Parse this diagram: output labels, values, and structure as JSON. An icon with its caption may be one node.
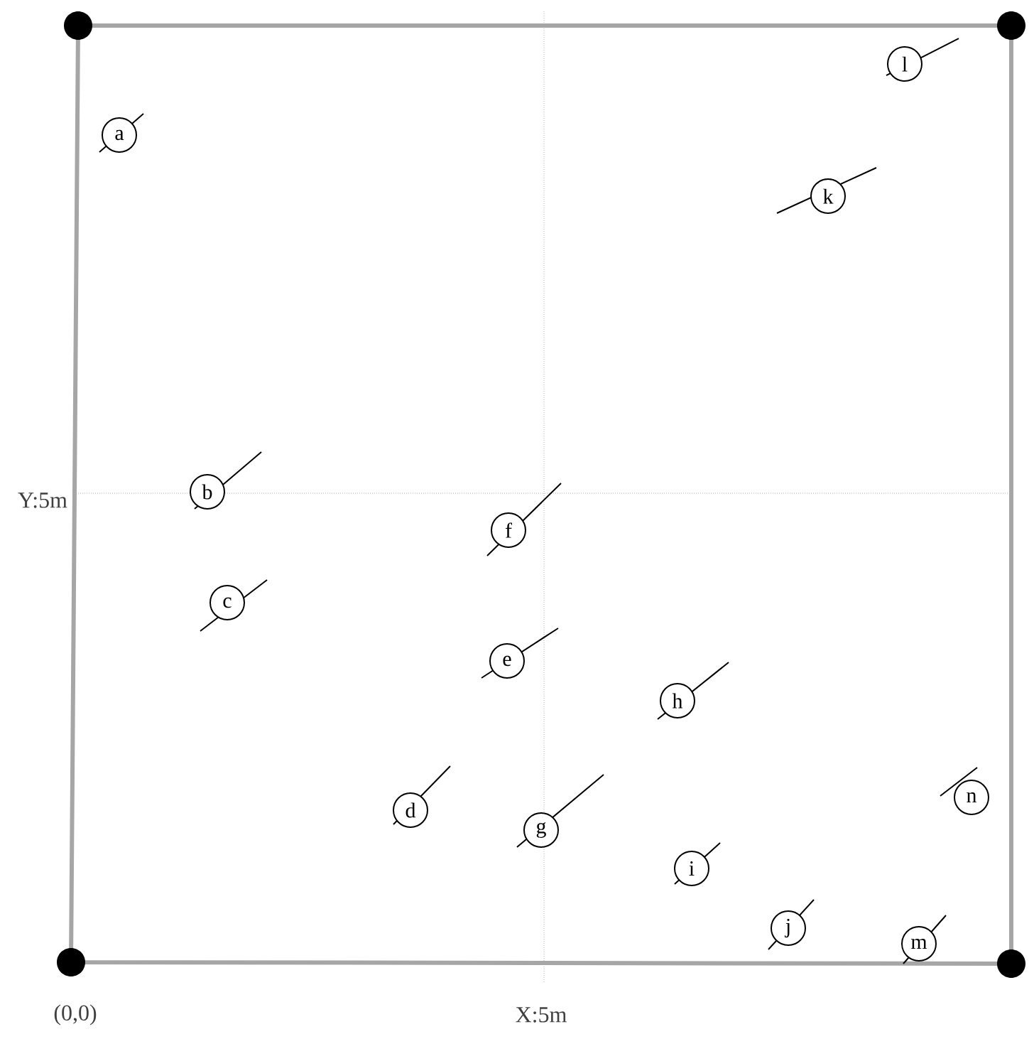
{
  "diagram": {
    "nodes": [
      {
        "text": [
          "a"
        ]
      },
      {
        "text": [
          "b"
        ]
      },
      {
        "text": [
          "c"
        ]
      },
      {
        "text": [
          "d"
        ]
      },
      {
        "text": [
          "e"
        ]
      },
      {
        "text": [
          "f"
        ]
      },
      {
        "text": [
          "g"
        ]
      },
      {
        "text": [
          "h"
        ]
      },
      {
        "text": [
          "i"
        ]
      },
      {
        "text": [
          "j"
        ]
      },
      {
        "text": [
          "k"
        ]
      },
      {
        "text": [
          "l"
        ]
      },
      {
        "text": [
          "m"
        ]
      },
      {
        "text": [
          "n"
        ]
      }
    ],
    "labels": [
      "Y:5m",
      "(0,0)",
      "X:5m"
    ]
  }
}
